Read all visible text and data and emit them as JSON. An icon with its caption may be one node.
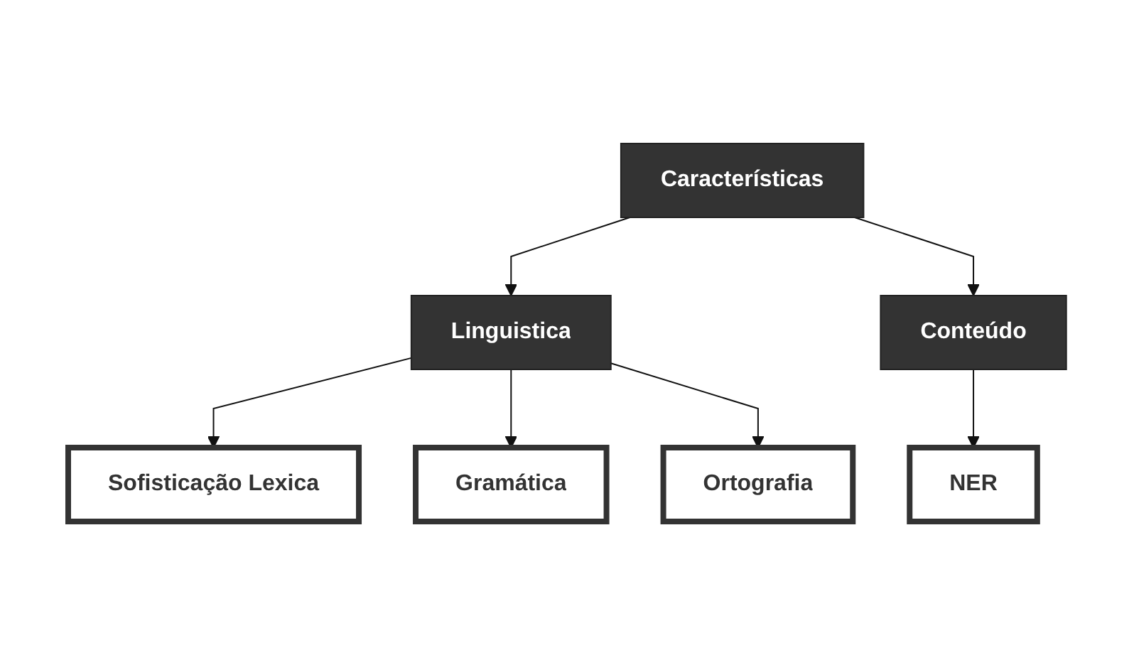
{
  "diagram": {
    "nodes": [
      {
        "text": [
          "Características"
        ]
      },
      {
        "text": [
          "Linguistica"
        ]
      },
      {
        "text": [
          "Conteúdo"
        ]
      },
      {
        "text": [
          "Sofisticação Lexica"
        ]
      },
      {
        "text": [
          "Gramática"
        ]
      },
      {
        "text": [
          "Ortografia"
        ]
      },
      {
        "text": [
          "NER"
        ]
      }
    ],
    "edges": [
      {
        "from": 0,
        "to": 1,
        "arrow": "to"
      },
      {
        "from": 0,
        "to": 2,
        "arrow": "to"
      },
      {
        "from": 1,
        "to": 3,
        "arrow": "to"
      },
      {
        "from": 1,
        "to": 4,
        "arrow": "to"
      },
      {
        "from": 1,
        "to": 5,
        "arrow": "to"
      },
      {
        "from": 2,
        "to": 6,
        "arrow": "to"
      }
    ]
  }
}
